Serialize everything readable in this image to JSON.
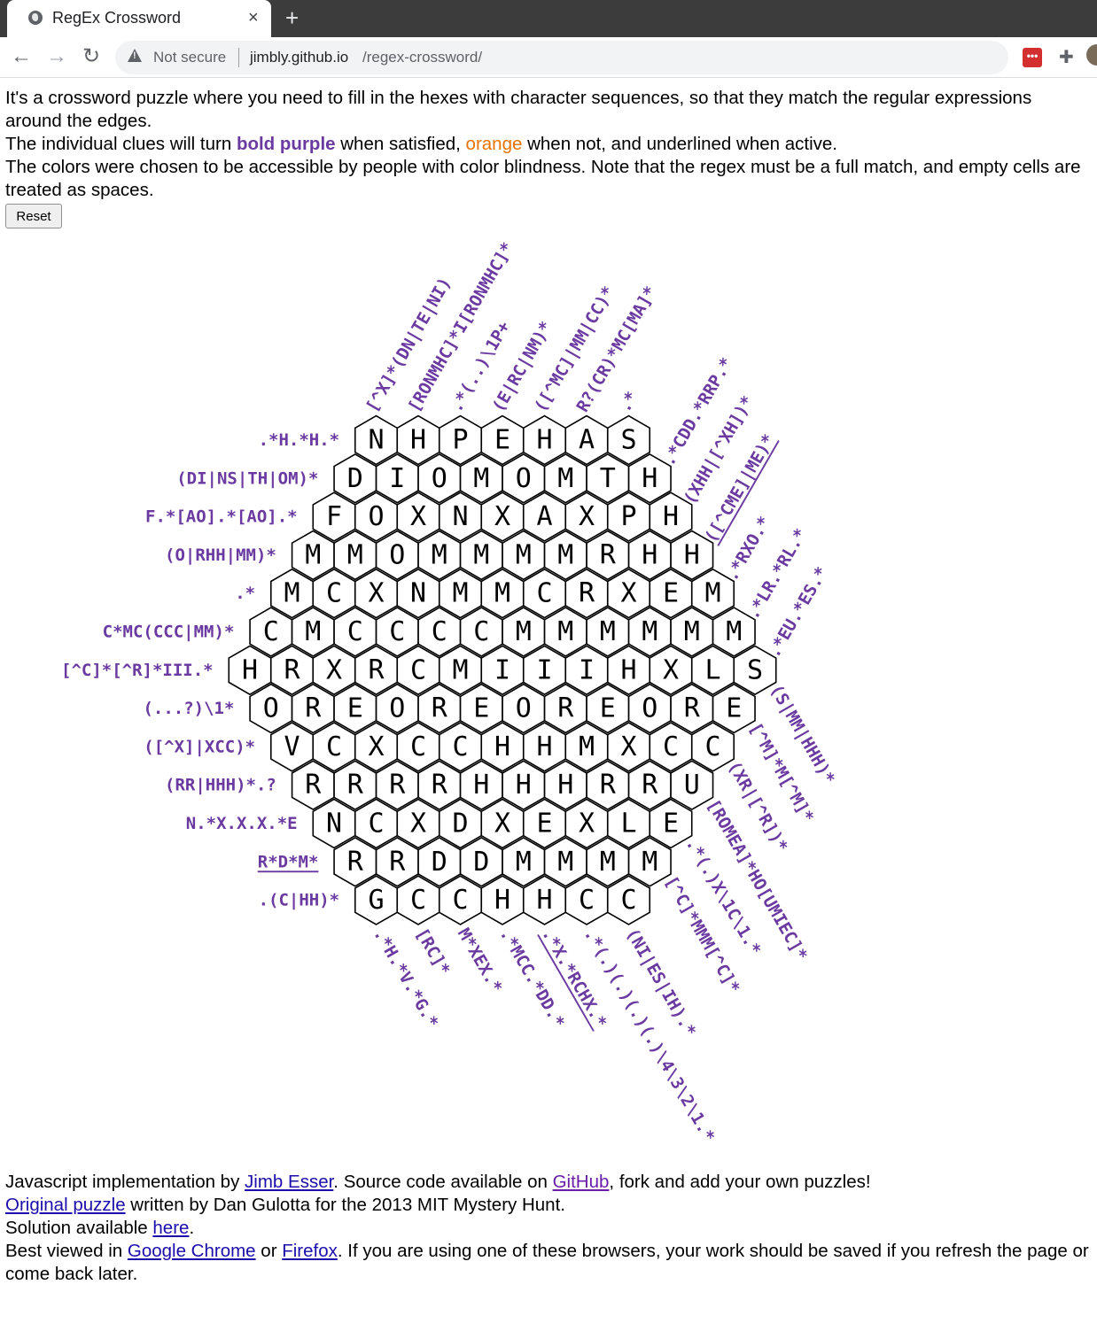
{
  "browser": {
    "tab_title": "RegEx Crossword",
    "tab_close": "×",
    "new_tab": "+",
    "back": "←",
    "forward": "→",
    "reload": "↻",
    "security_label": "Not secure",
    "url_host": "jimbly.github.io",
    "url_path": "/regex-crossword/",
    "bookmark_star": "☆",
    "extension_badge": "•••"
  },
  "intro": {
    "line1": "It's a crossword puzzle where you need to fill in the hexes with character sequences, so that they match the regular expressions",
    "line2": "around the edges.",
    "line3_a": "The individual clues will turn ",
    "line3_purple": "bold purple",
    "line3_b": " when satisfied, ",
    "line3_orange": "orange",
    "line3_c": " when not, and underlined when active.",
    "line4": "The colors were chosen to be accessible by people with color blindness. Note that the regex must be a full match, and empty cells are",
    "line5": "treated as spaces."
  },
  "reset_label": "Reset",
  "puzzle": {
    "rows": [
      "NHPEHAS",
      "DIOMOMTH",
      "FOXNXAXPH",
      "MMOMMMMRHH",
      "MCXNMMCRXEM",
      "CMCCCCMMMMMM",
      "HRXRCMIIIHXLS",
      "OREOREOREORE",
      "VCXCCHHMXCC",
      "RRRRHHHRRU",
      "NCXDXEXLE",
      "RRDDMMMM",
      "GCCHHCC"
    ],
    "left_clues": [
      ".*H.*H.*",
      "(DI|NS|TH|OM)*",
      "F.*[AO].*[AO].*",
      "(O|RHH|MM)*",
      ".*",
      "C*MC(CCC|MM)*",
      "[^C]*[^R]*III.*",
      "(...?)\\1*",
      "([^X]|XCC)*",
      "(RR|HHH)*.?",
      "N.*X.X.X.*E",
      "R*D*M*",
      ".(C|HH)*"
    ],
    "top_clues": [
      "[^X]*(DN|TE|NI)",
      "[RONMHC]*I[RONMHC]*",
      ".*(..)\\1P+",
      "(E|RC|NM)*",
      "([^MC]|MM|CC)*",
      "R?(CR)*MC[MA]*",
      ".*",
      ".*CDD.*RRP.*",
      "(XHH|[^XH])*",
      "([^CME]|ME)*",
      ".*RXO.*",
      ".*LR.*RL.*",
      ".*EU.*ES.*"
    ],
    "bottom_clues": [
      ".*H.*V.*G.*",
      "[RC]*",
      "M*XEX.*",
      ".*MCC.*DD.*",
      ".*X.*RCHX.*",
      ".*(.)(.)(.)(.)\\4\\3\\2\\1.*",
      "(NI|ES|IH).*",
      "[^C]*MMM[^C]*",
      ".*(.)X\\1C\\1.*",
      "[ROMEA]*HO[UMIEC]*",
      "(XR|[^R])*",
      "[^M]*M[^M]*",
      "(S|MM|HHH)*"
    ]
  },
  "footer": {
    "l1_a": "Javascript implementation by ",
    "l1_link1": "Jimb Esser",
    "l1_b": ". Source code available on ",
    "l1_link2": "GitHub",
    "l1_c": ", fork and add your own puzzles!",
    "l2_link": "Original puzzle",
    "l2_b": " written by Dan Gulotta for the 2013 MIT Mystery Hunt.",
    "l3_a": "Solution available ",
    "l3_link": "here",
    "l3_b": ".",
    "l4_a": "Best viewed in ",
    "l4_link1": "Google Chrome",
    "l4_b": " or ",
    "l4_link2": "Firefox",
    "l4_c": ". If you are using one of these browsers, your work should be saved if you refresh the page or",
    "l5": "come back later."
  },
  "colors": {
    "satisfied": "#6a3aa1",
    "unsatisfied": "#e67300",
    "link": "#1a0dab",
    "visited_link": "#681da8"
  }
}
